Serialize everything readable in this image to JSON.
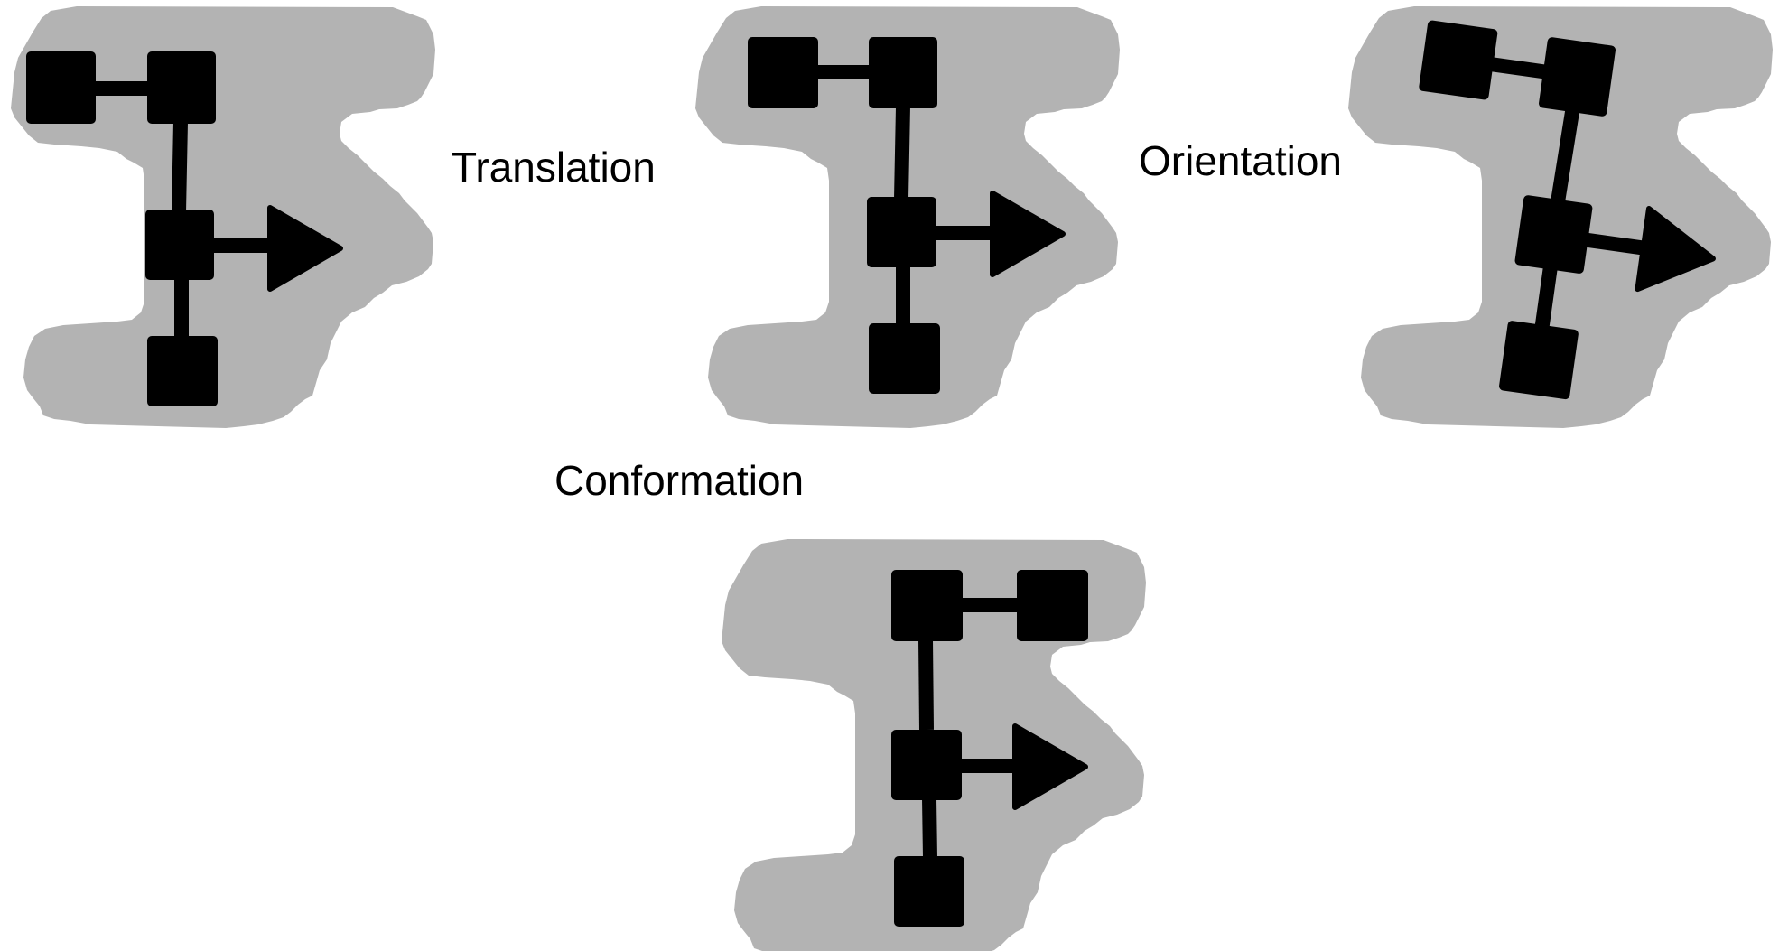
{
  "labels": {
    "translation": "Translation",
    "orientation": "Orientation",
    "conformation": "Conformation"
  },
  "colors": {
    "pocket": "#b3b3b3",
    "ligand": "#000000",
    "background": "#ffffff"
  }
}
